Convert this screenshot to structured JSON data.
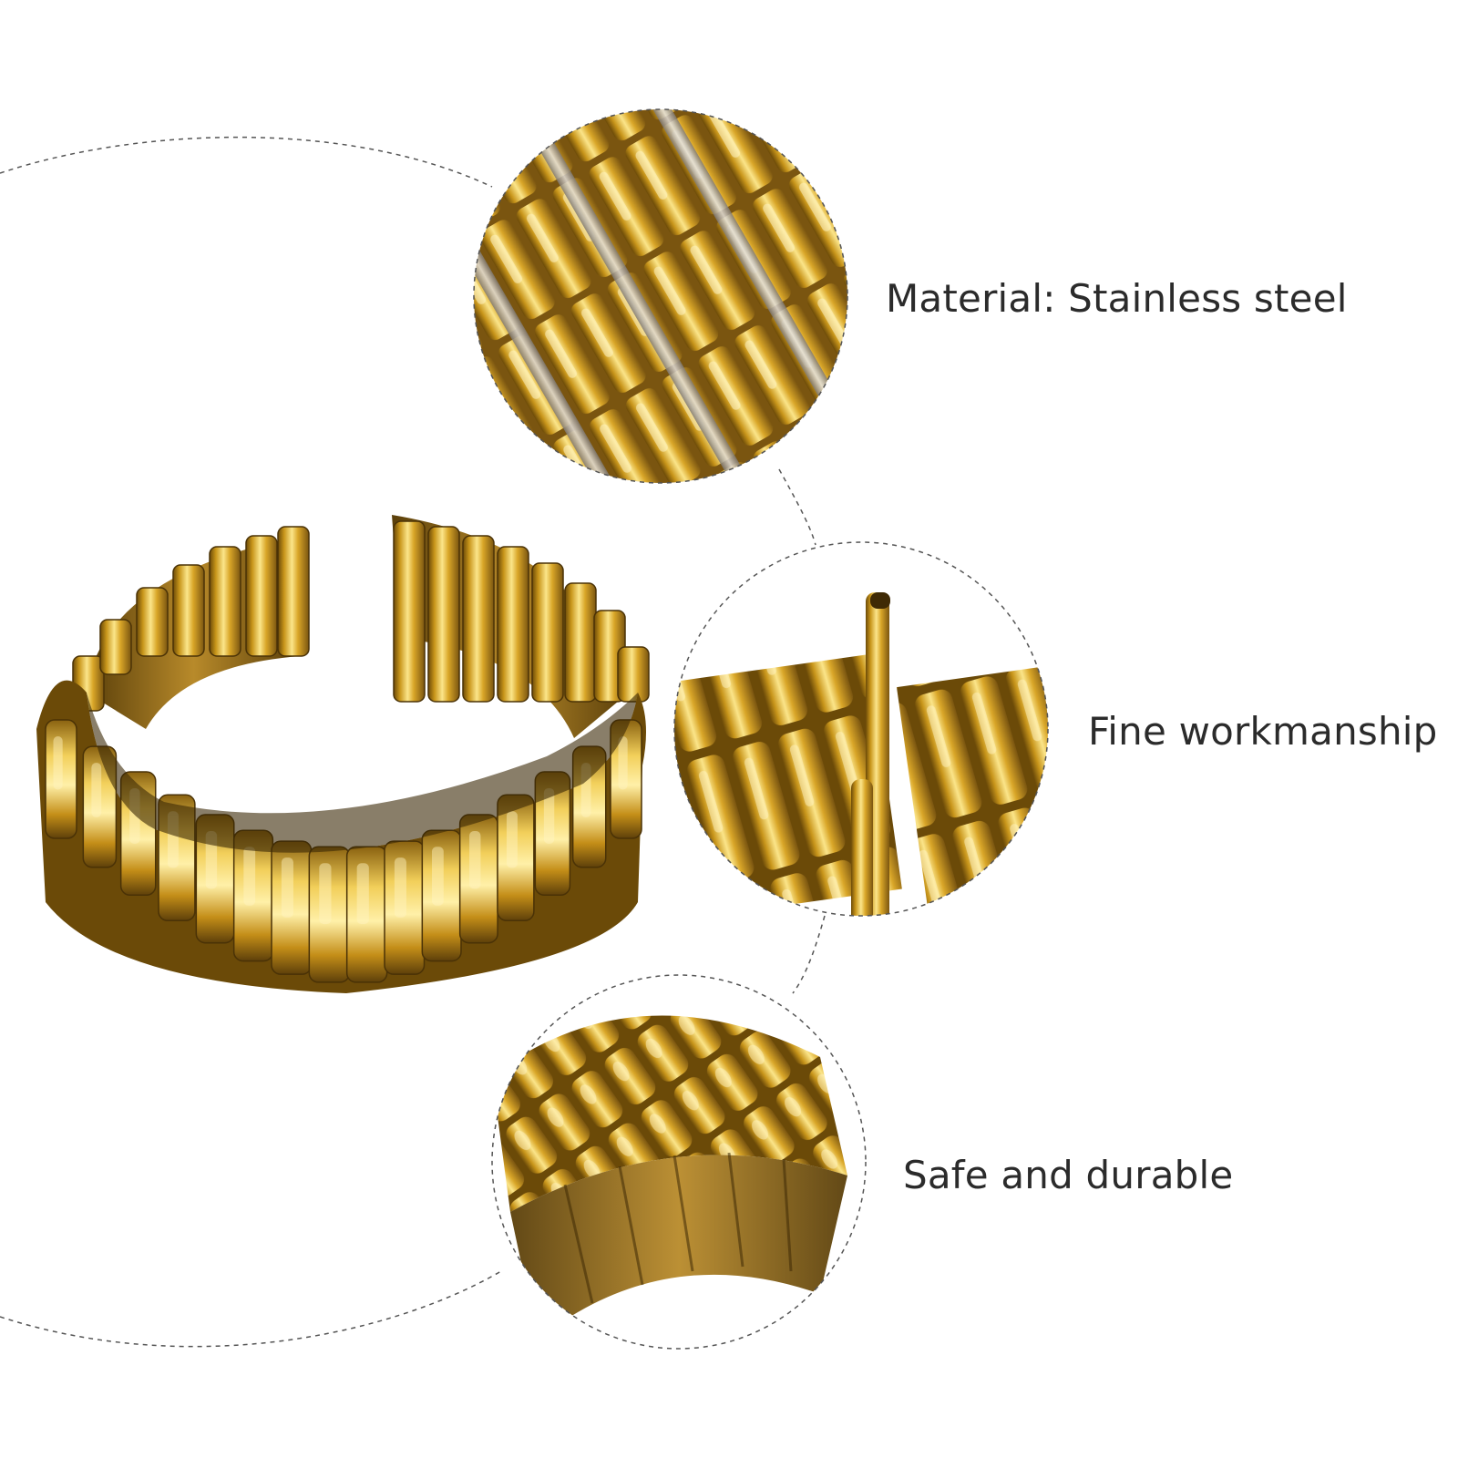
{
  "features": [
    {
      "label": "Material: Stainless steel"
    },
    {
      "label": "Fine workmanship"
    },
    {
      "label": "Safe and durable"
    }
  ],
  "colors": {
    "background": "#ffffff",
    "gold_light": "#f7dc6f",
    "gold_mid": "#d4a017",
    "gold_dark": "#6b4a08",
    "steel": "#b9b3ab",
    "dashed_line": "#555555",
    "text": "#2b2b2b"
  }
}
